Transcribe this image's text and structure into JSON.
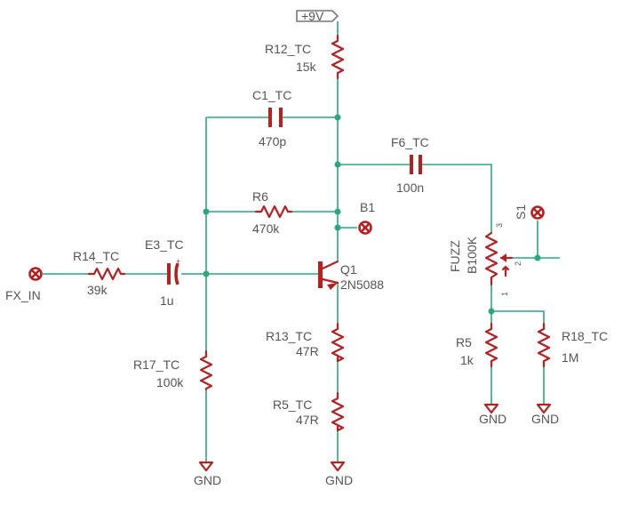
{
  "supply": {
    "label": "+9V"
  },
  "ground_label": "GND",
  "colors": {
    "wire": "#2aa87a",
    "component": "#b52020",
    "text": "#555555"
  },
  "components": {
    "R12": {
      "name": "R12_TC",
      "value": "15k"
    },
    "C1": {
      "name": "C1_TC",
      "value": "470p"
    },
    "F6": {
      "name": "F6_TC",
      "value": "100n"
    },
    "R6": {
      "name": "R6",
      "value": "470k"
    },
    "B1": {
      "name": "B1"
    },
    "S1": {
      "name": "S1"
    },
    "FX_IN": {
      "name": "FX_IN"
    },
    "R14": {
      "name": "R14_TC",
      "value": "39k"
    },
    "E3": {
      "name": "E3_TC",
      "value": "1u",
      "polarity": "+"
    },
    "Q1": {
      "name": "Q1",
      "value": "2N5088"
    },
    "FUZZ": {
      "name": "FUZZ",
      "value": "B100K",
      "pins": [
        "3",
        "2",
        "1"
      ]
    },
    "R13": {
      "name": "R13_TC",
      "value": "47R"
    },
    "R5_TC": {
      "name": "R5_TC",
      "value": "47R"
    },
    "R17": {
      "name": "R17_TC",
      "value": "100k"
    },
    "R5": {
      "name": "R5",
      "value": "1k"
    },
    "R18": {
      "name": "R18_TC",
      "value": "1M"
    }
  }
}
